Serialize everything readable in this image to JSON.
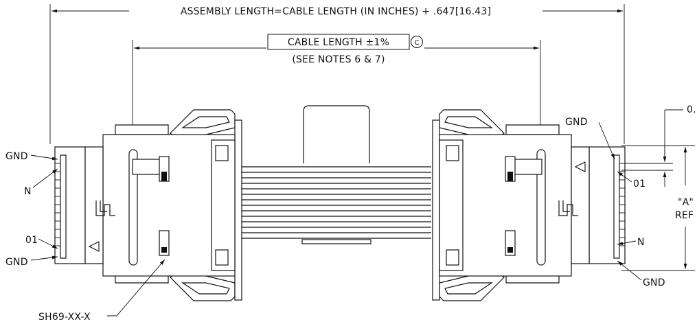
{
  "dimensions": {
    "assembly_length": "ASSEMBLY LENGTH=CABLE LENGTH (IN INCHES) + .647[16.43]",
    "cable_length": "CABLE LENGTH ±1%",
    "cable_length_symbol": "C",
    "cable_notes": "(SEE NOTES 6 & 7)",
    "pitch_partial": "0.",
    "a_label": "\"A\"",
    "ref_label": "REF"
  },
  "labels": {
    "left_gnd_top": "GND",
    "left_n": "N",
    "left_01": "01",
    "left_gnd_bottom": "GND",
    "part_number": "SH69-XX-X",
    "right_gnd_top": "GND",
    "right_01": "01",
    "right_n": "N",
    "right_gnd_bottom": "GND"
  }
}
